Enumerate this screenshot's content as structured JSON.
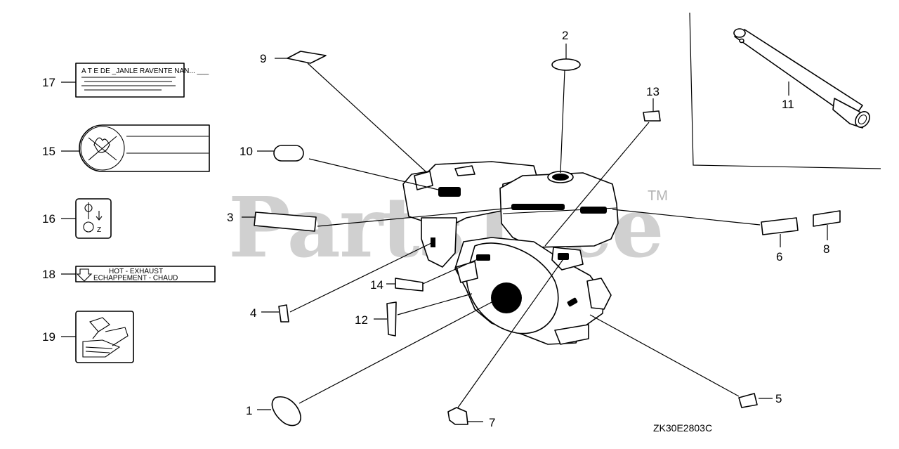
{
  "watermark": {
    "text": "PartsTree",
    "mark": "TM"
  },
  "diagram_code": "ZK30E2803C",
  "labels": {
    "hot_exhaust_line1": "HOT - EXHAUST",
    "hot_exhaust_line2": "ECHAPPEMENT - CHAUD"
  },
  "callouts": {
    "c1": "1",
    "c2": "2",
    "c3": "3",
    "c4": "4",
    "c5": "5",
    "c6": "6",
    "c7": "7",
    "c8": "8",
    "c9": "9",
    "c10": "10",
    "c11": "11",
    "c12": "12",
    "c13": "13",
    "c14": "14",
    "c15": "15",
    "c16": "16",
    "c17": "17",
    "c18": "18",
    "c19": "19"
  },
  "icons": {
    "engine": "engine-illustration",
    "tool": "spark-plug-wrench-icon",
    "fuel_warning": "no-fire-warning-icon",
    "oil": "oil-can-icon"
  }
}
